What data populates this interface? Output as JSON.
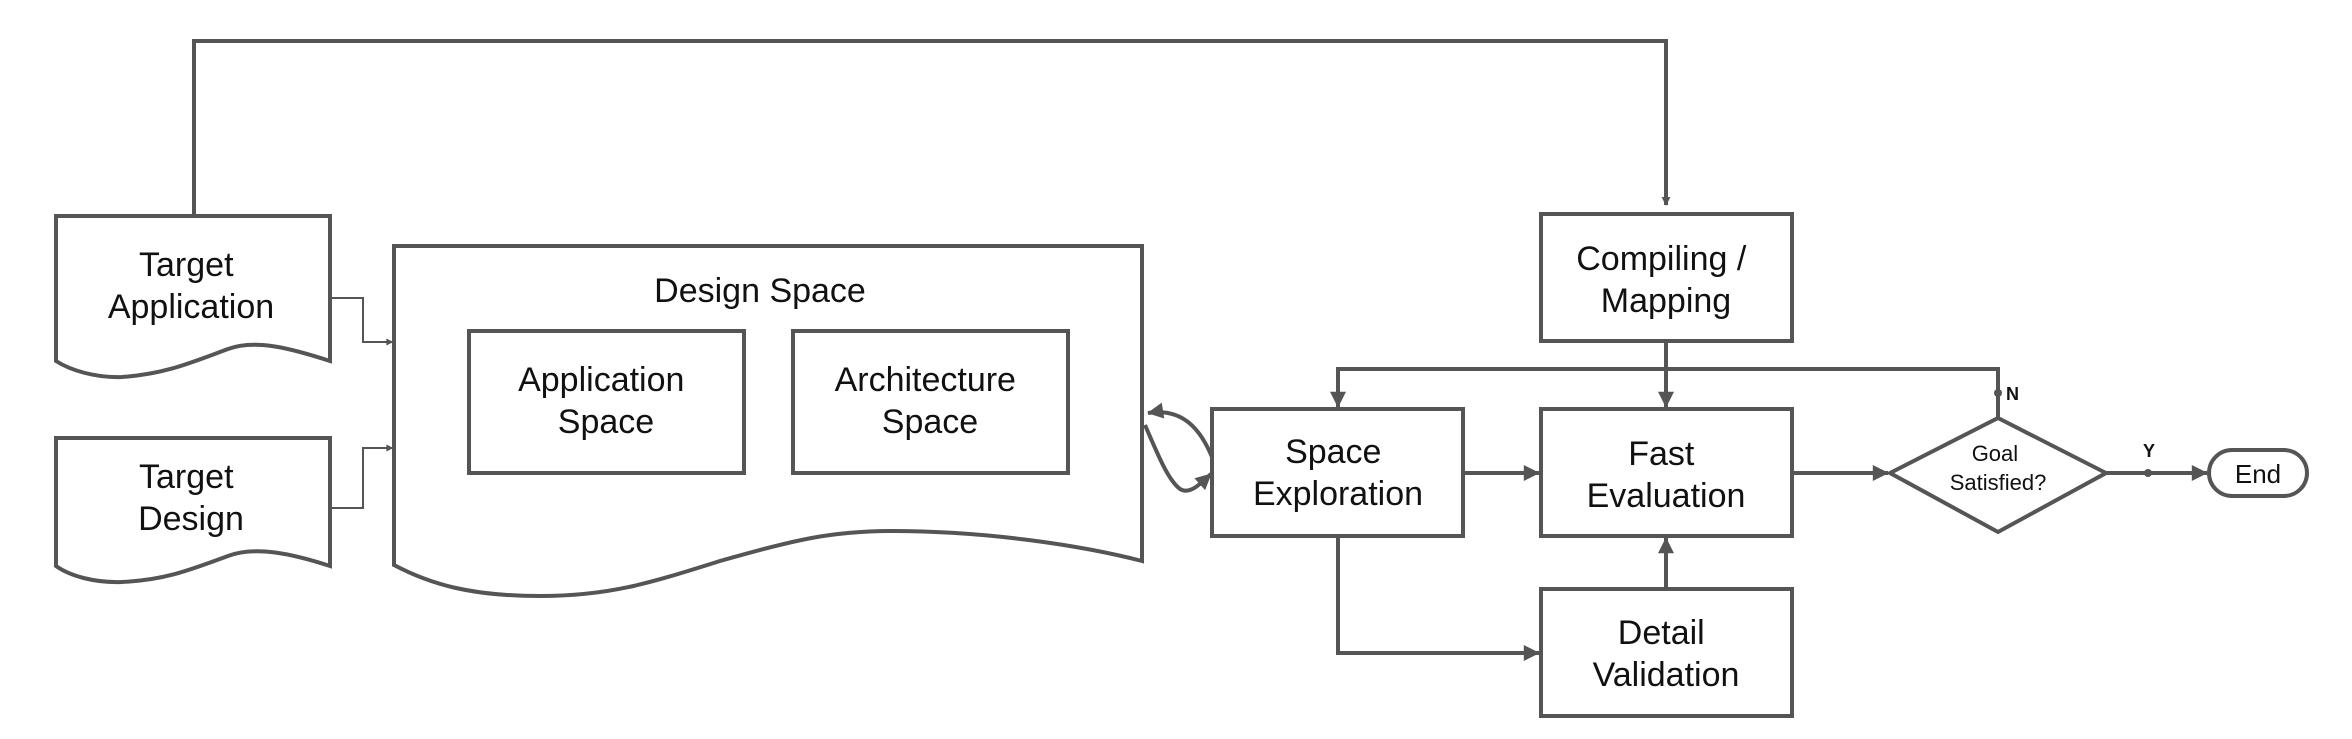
{
  "diagram": {
    "colors": {
      "stroke": "#555555",
      "text": "#111111",
      "background": "#ffffff"
    },
    "nodes": {
      "target_application": {
        "lines": [
          "Target",
          "Application"
        ]
      },
      "target_design": {
        "lines": [
          "Target",
          "Design"
        ]
      },
      "design_space": {
        "title": "Design Space"
      },
      "application_space": {
        "lines": [
          "Application",
          "Space"
        ]
      },
      "architecture_space": {
        "lines": [
          "Architecture",
          "Space"
        ]
      },
      "compiling_mapping": {
        "lines": [
          "Compiling /",
          "Mapping"
        ]
      },
      "space_exploration": {
        "lines": [
          "Space",
          "Exploration"
        ]
      },
      "fast_evaluation": {
        "lines": [
          "Fast",
          "Evaluation"
        ]
      },
      "detail_validation": {
        "lines": [
          "Detail",
          "Validation"
        ]
      },
      "goal_satisfied": {
        "lines": [
          "Goal",
          "Satisfied?"
        ]
      },
      "end": {
        "label": "End"
      }
    },
    "edge_labels": {
      "no": "N",
      "yes": "Y"
    }
  }
}
